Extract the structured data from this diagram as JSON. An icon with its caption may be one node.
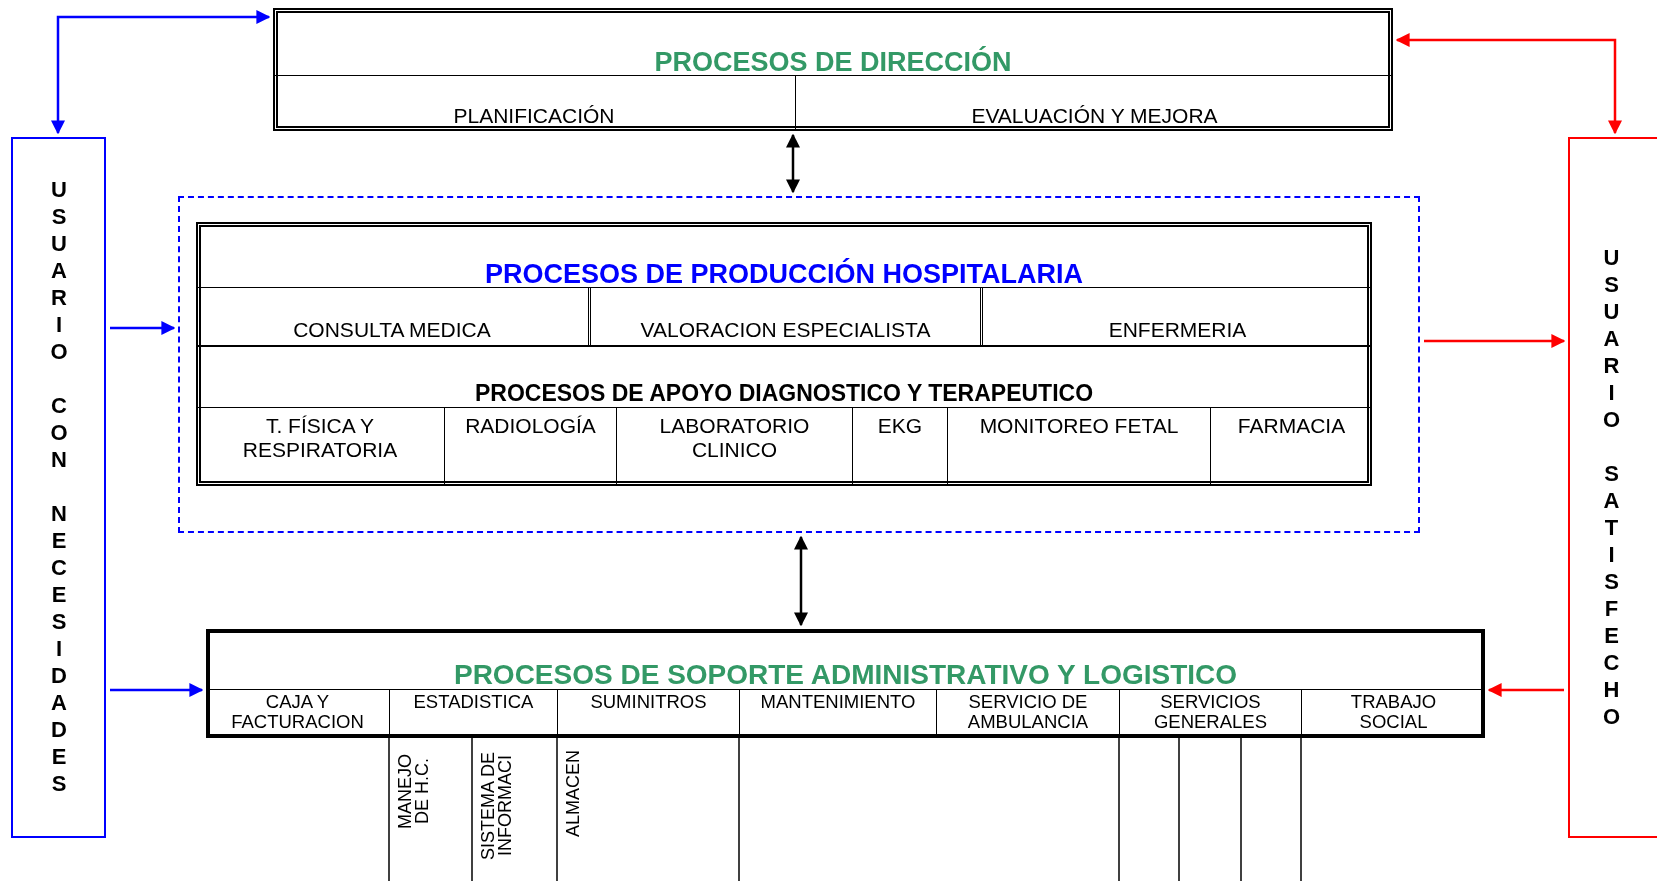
{
  "diagram": {
    "nodes": [
      {
        "text": [
          "USUARIO CON NECESIDADES"
        ]
      },
      {
        "text": [
          "PROCESOS DE DIRECCIÓN"
        ]
      },
      {
        "text": [
          "PLANIFICACIÓN"
        ],
        "in": 1
      },
      {
        "text": [
          "EVALUACIÓN Y MEJORA"
        ],
        "in": 1
      },
      {
        "text": [],
        "shape": "box"
      },
      {
        "text": [
          "PROCESOS DE PRODUCCIÓN HOSPITALARIA"
        ],
        "in": 4
      },
      {
        "text": [
          "CONSULTA MEDICA"
        ],
        "in": 5
      },
      {
        "text": [
          "VALORACION ESPECIALISTA"
        ],
        "in": 5
      },
      {
        "text": [
          "ENFERMERIA"
        ],
        "in": 5
      },
      {
        "text": [
          "PROCESOS DE APOYO DIAGNOSTICO Y TERAPEUTICO"
        ],
        "in": 5
      },
      {
        "text": [
          "T. FÍSICA Y RESPIRATORIA"
        ],
        "in": 9
      },
      {
        "text": [
          "RADIOLOGÍA"
        ],
        "in": 9
      },
      {
        "text": [
          "LABORATORIO CLINICO"
        ],
        "in": 9
      },
      {
        "text": [
          "EKG"
        ],
        "in": 9
      },
      {
        "text": [
          "MONITOREO FETAL"
        ],
        "in": 9
      },
      {
        "text": [
          "FARMACIA"
        ],
        "in": 9
      },
      {
        "text": [
          "PROCESOS DE SOPORTE ADMINISTRATIVO Y LOGISTICO"
        ]
      },
      {
        "text": [
          "CAJA Y FACTURACION"
        ],
        "in": 16
      },
      {
        "text": [
          "ESTADISTICA"
        ],
        "in": 16
      },
      {
        "text": [
          "SUMINITROS"
        ],
        "in": 16
      },
      {
        "text": [
          "MANTENIMIENTO"
        ],
        "in": 16
      },
      {
        "text": [
          "SERVICIO DE AMBULANCIA"
        ],
        "in": 16
      },
      {
        "text": [
          "SERVICIOS GENERALES"
        ],
        "in": 16
      },
      {
        "text": [
          "TRABAJO SOCIAL"
        ],
        "in": 16
      },
      {
        "text": [
          "MANEJO DE H.C."
        ]
      },
      {
        "text": [
          "SISTEMA DE INFORMACI"
        ]
      },
      {
        "text": [
          "ALMACEN"
        ]
      },
      {
        "text": [
          "USUARIO SATISFECHO"
        ]
      }
    ],
    "edges": [
      {
        "from": 0,
        "to": 1,
        "arrow": "both",
        "color": "#0000ff"
      },
      {
        "from": 27,
        "to": 1,
        "arrow": "both",
        "color": "#ff0000"
      },
      {
        "from": 1,
        "to": 4,
        "arrow": "both",
        "color": "#000000"
      },
      {
        "from": 4,
        "to": 16,
        "arrow": "both",
        "color": "#000000"
      },
      {
        "from": 0,
        "to": 4,
        "arrow": "to",
        "color": "#0000ff"
      },
      {
        "from": 0,
        "to": 16,
        "arrow": "to",
        "color": "#0000ff"
      },
      {
        "from": 4,
        "to": 27,
        "arrow": "to",
        "color": "#ff0000"
      },
      {
        "from": 27,
        "to": 16,
        "arrow": "to",
        "color": "#ff0000"
      }
    ]
  }
}
